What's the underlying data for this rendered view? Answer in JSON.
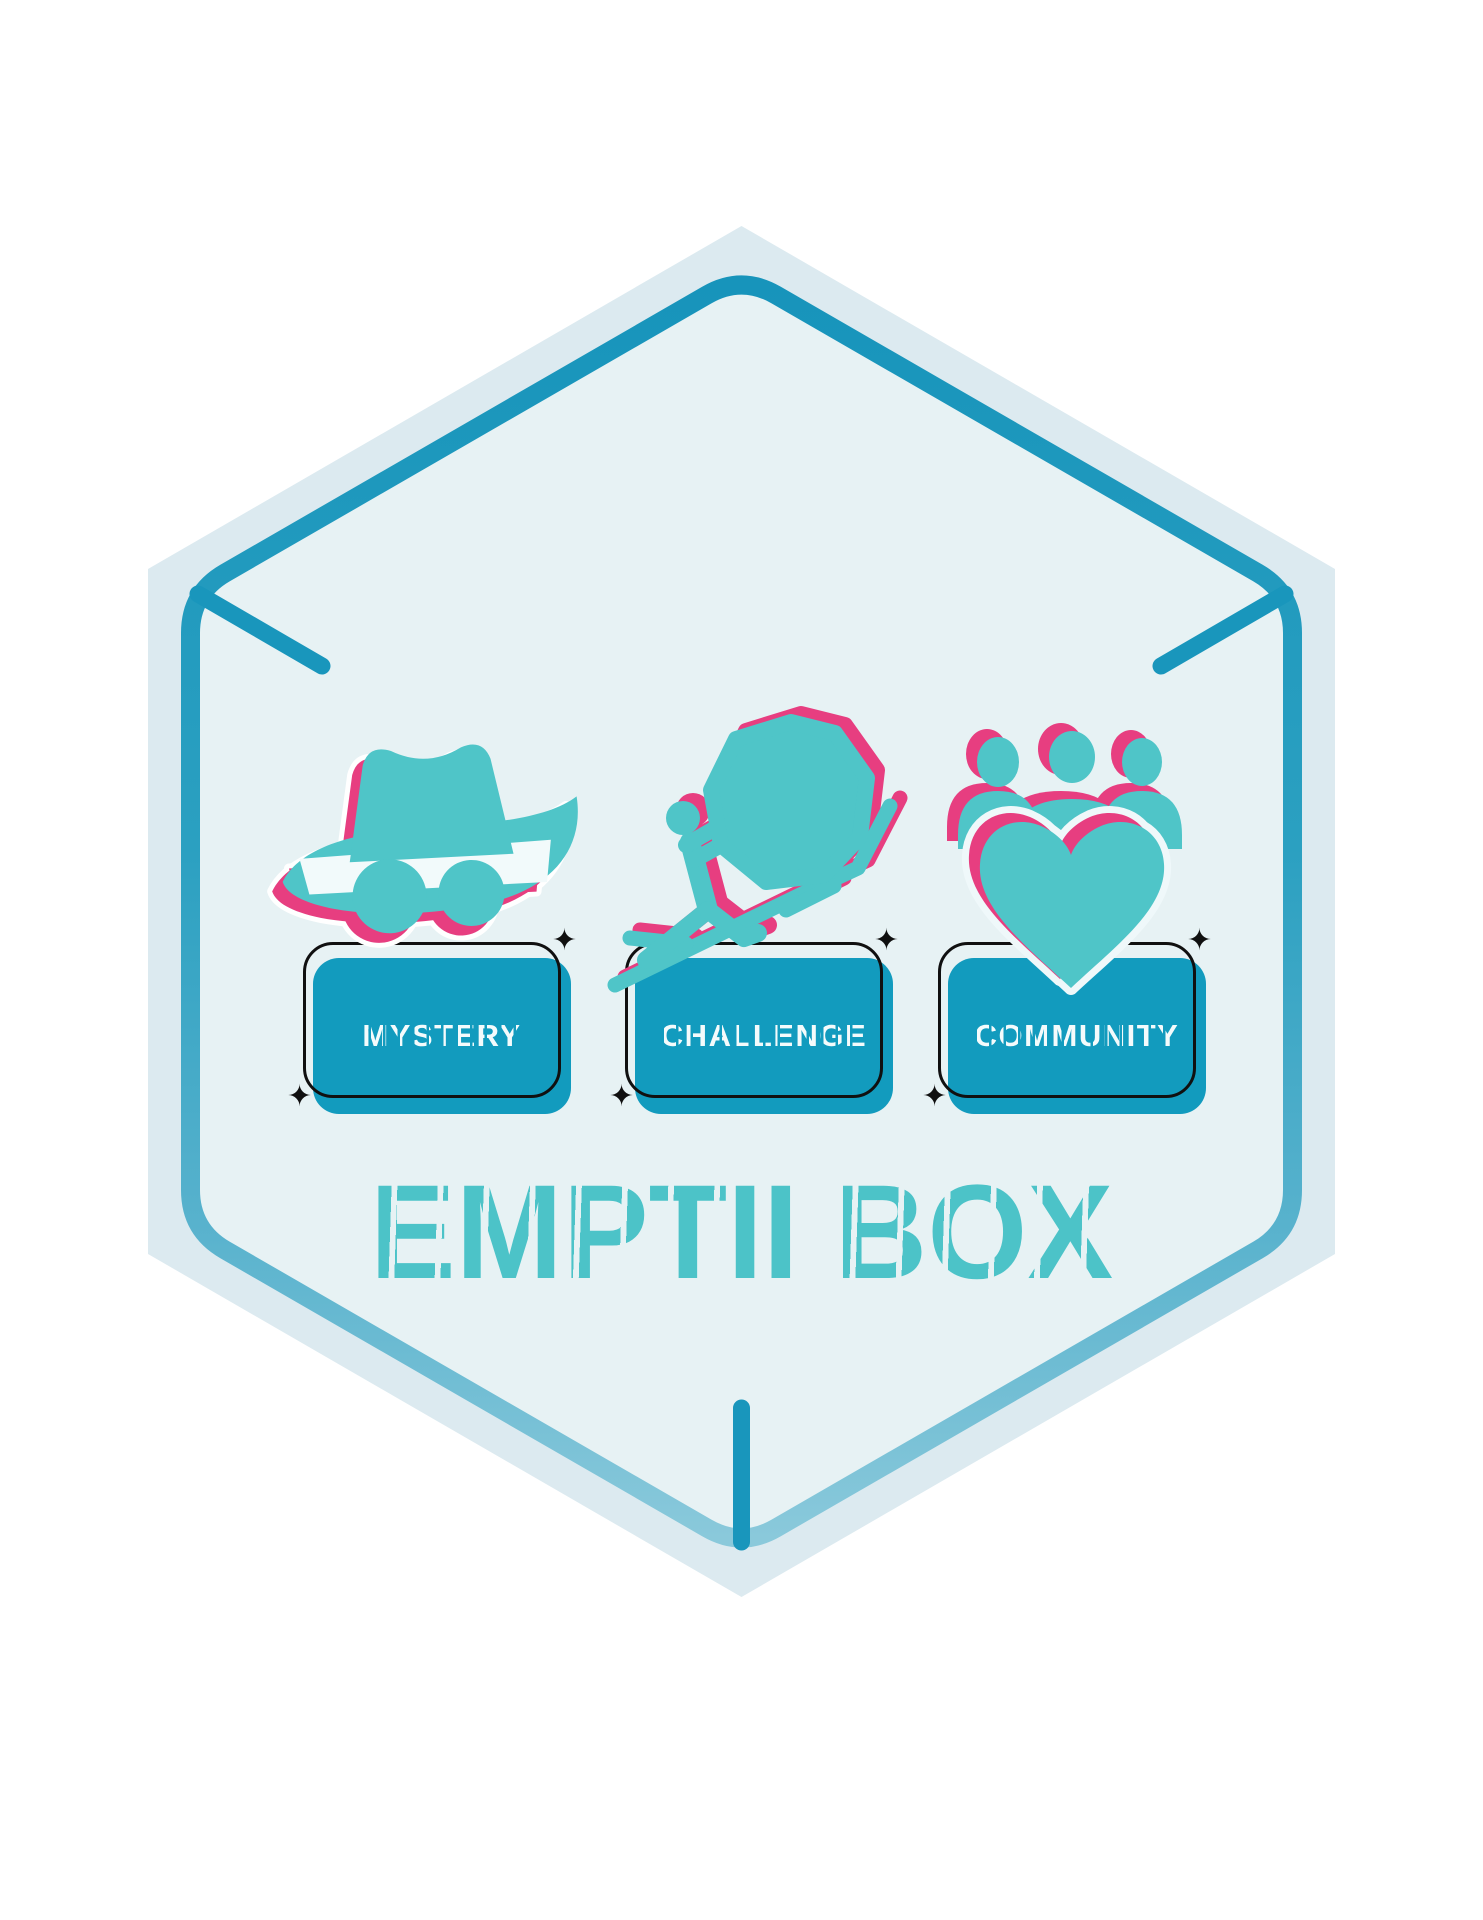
{
  "badge": {
    "title": "EMPTII BOX",
    "sparkle_glyph": "✦",
    "features": [
      {
        "label": "MYSTERY",
        "icon": "incognito-hat"
      },
      {
        "label": "CHALLENGE",
        "icon": "sisyphus-pushing-boulder"
      },
      {
        "label": "COMMUNITY",
        "icon": "people-group-heart"
      }
    ]
  },
  "colors": {
    "page_background": "#FFFFFF",
    "hexagon_outer_fill": "#DCEAF0",
    "hexagon_inner_fill": "#E7F2F4",
    "hexagon_stroke_top": "#1794BB",
    "hexagon_stroke_bottom": "#8AC9DB",
    "corner_dash": "#1996BC",
    "icon_teal": "#4FC5C8",
    "icon_pink_shadow": "#E73E80",
    "hat_band_white": "#F2FAFB",
    "card_fill": "#129BBE",
    "card_label": "#F4FBFC",
    "card_outline": "#101010",
    "title_teal": "#4CC3C8",
    "sparkle": "#101010"
  }
}
